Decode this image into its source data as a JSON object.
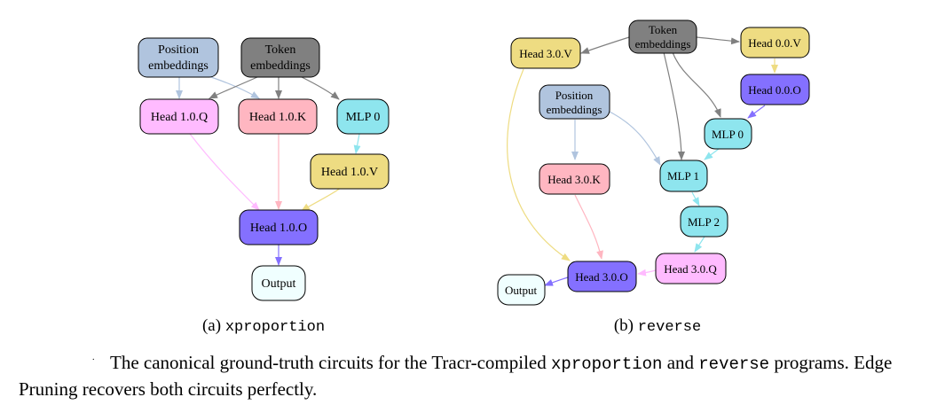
{
  "panels": [
    {
      "label_prefix": "(a)",
      "program": "xproportion",
      "nodes": [
        {
          "label": "Position\nembeddings",
          "fill": "#b0c4de"
        },
        {
          "label": "Token\nembeddings",
          "fill": "#808080"
        },
        {
          "label": "Head 1.0.Q",
          "fill": "#ffbbff"
        },
        {
          "label": "Head 1.0.K",
          "fill": "#ffb6c1"
        },
        {
          "label": "MLP 0",
          "fill": "#8ee5ee"
        },
        {
          "label": "Head 1.0.V",
          "fill": "#eedc82"
        },
        {
          "label": "Head 1.0.O",
          "fill": "#8470ff"
        },
        {
          "label": "Output",
          "fill": "#f0ffff"
        }
      ]
    },
    {
      "label_prefix": "(b)",
      "program": "reverse",
      "nodes": [
        {
          "label": "Token\nembeddings",
          "fill": "#808080"
        },
        {
          "label": "Head 3.0.V",
          "fill": "#eedc82"
        },
        {
          "label": "Head 0.0.V",
          "fill": "#eedc82"
        },
        {
          "label": "Head 0.0.O",
          "fill": "#8470ff"
        },
        {
          "label": "Position\nembeddings",
          "fill": "#b0c4de"
        },
        {
          "label": "MLP 0",
          "fill": "#8ee5ee"
        },
        {
          "label": "MLP 1",
          "fill": "#8ee5ee"
        },
        {
          "label": "Head 3.0.K",
          "fill": "#ffb6c1"
        },
        {
          "label": "MLP 2",
          "fill": "#8ee5ee"
        },
        {
          "label": "Head 3.0.Q",
          "fill": "#ffbbff"
        },
        {
          "label": "Head 3.0.O",
          "fill": "#8470ff"
        },
        {
          "label": "Output",
          "fill": "#f0ffff"
        }
      ]
    }
  ],
  "caption": {
    "marker": ".",
    "part1": "The canonical ground-truth circuits for the Tracr-compiled ",
    "code1": "xproportion",
    "part2": " and ",
    "code2": "reverse",
    "part3": " programs. Edge Pruning recovers both circuits perfectly."
  }
}
